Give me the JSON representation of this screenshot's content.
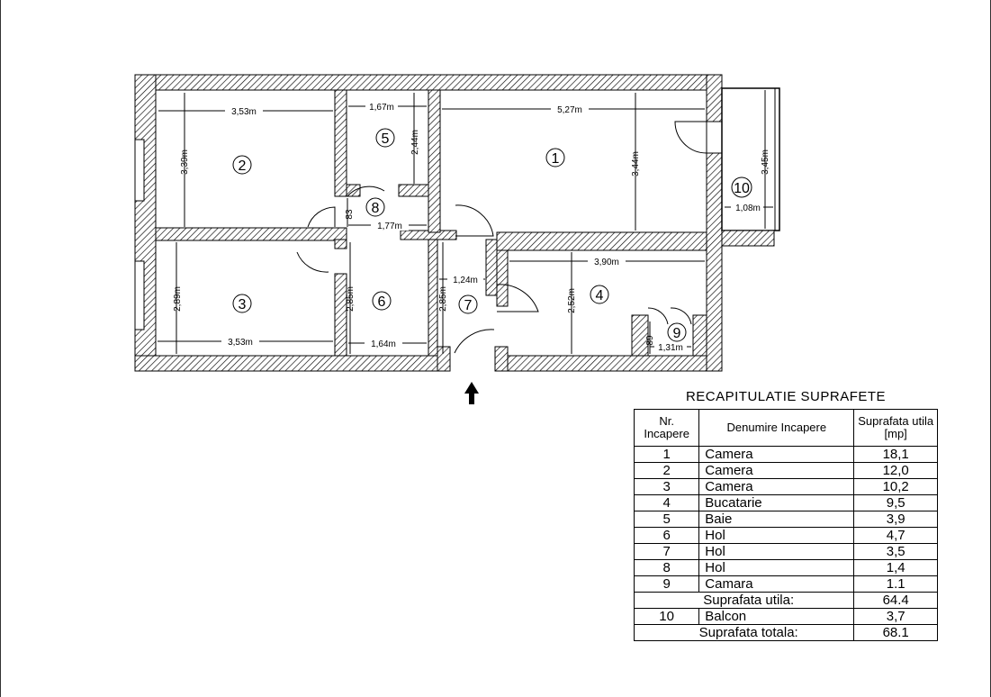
{
  "plan": {
    "rooms": [
      {
        "id": "room-1",
        "number": "1"
      },
      {
        "id": "room-2",
        "number": "2"
      },
      {
        "id": "room-3",
        "number": "3"
      },
      {
        "id": "room-4",
        "number": "4"
      },
      {
        "id": "room-5",
        "number": "5"
      },
      {
        "id": "room-6",
        "number": "6"
      },
      {
        "id": "room-7",
        "number": "7"
      },
      {
        "id": "room-8",
        "number": "8"
      },
      {
        "id": "room-9",
        "number": "9"
      },
      {
        "id": "room-10",
        "number": "10"
      }
    ],
    "dimensions": {
      "r2_w": "3,53m",
      "r2_h": "3,39m",
      "r5_w": "1,67m",
      "r5_h": "2,44m",
      "r1_w": "5,27m",
      "r1_h": "3,44m",
      "r10_h": "3,45m",
      "r10_w": "1,08m",
      "r8_h": "83",
      "r8_w": "1,77m",
      "r3_h": "2,89m",
      "r3_w": "3,53m",
      "r6_h": "2,85m",
      "r6_w": "1,64m",
      "r7_h": "2,85m",
      "r7_w": "1,24m",
      "r4_w": "3,90m",
      "r4_h": "2,52m",
      "r9_h": "89",
      "r9_w": "1,31m"
    }
  },
  "summary": {
    "title": "RECAPITULATIE SUPRAFETE",
    "headers": [
      "Nr. Incapere",
      "Denumire Incapere",
      "Suprafata utila [mp]"
    ],
    "rows": [
      [
        "1",
        "Camera",
        "18,1"
      ],
      [
        "2",
        "Camera",
        "12,0"
      ],
      [
        "3",
        "Camera",
        "10,2"
      ],
      [
        "4",
        "Bucatarie",
        "9,5"
      ],
      [
        "5",
        "Baie",
        "3,9"
      ],
      [
        "6",
        "Hol",
        "4,7"
      ],
      [
        "7",
        "Hol",
        "3,5"
      ],
      [
        "8",
        "Hol",
        "1,4"
      ],
      [
        "9",
        "Camara",
        "1.1"
      ]
    ],
    "useful_label": "Suprafata utila:",
    "useful_value": "64.4",
    "balcony": [
      "10",
      "Balcon",
      "3,7"
    ],
    "total_label": "Suprafata totala:",
    "total_value": "68.1"
  }
}
